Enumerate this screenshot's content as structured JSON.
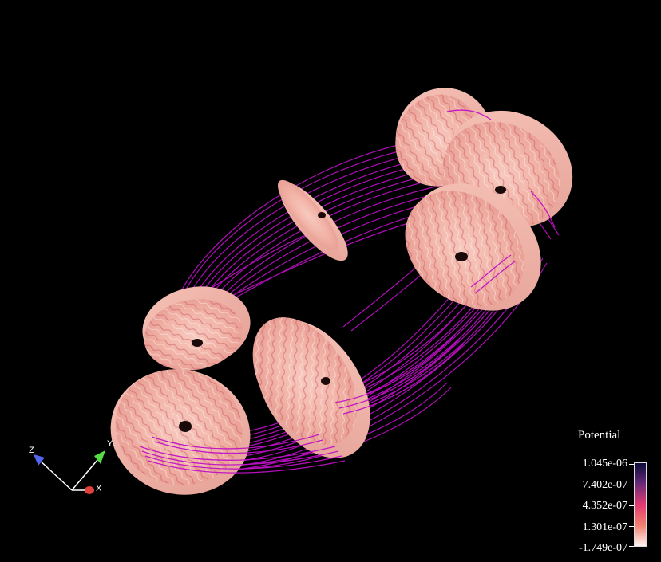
{
  "legend": {
    "title": "Potential",
    "ticks": [
      "1.045e-06",
      "7.402e-07",
      "4.352e-07",
      "1.301e-07",
      "-1.749e-07"
    ],
    "colors": {
      "high": "#0a0a3a",
      "mid_high": "#6a2a7a",
      "mid": "#e23a70",
      "mid_low": "#f08070",
      "low": "#fff4f0"
    }
  },
  "axes": {
    "x_label": "X",
    "y_label": "Y",
    "z_label": "Z",
    "x_color": "#e0413a",
    "y_color": "#55dd44",
    "z_color": "#5566ee"
  },
  "scene": {
    "background": "#000000",
    "disc_color": "#f3b3a6",
    "streamline_color": "#c010c8"
  }
}
